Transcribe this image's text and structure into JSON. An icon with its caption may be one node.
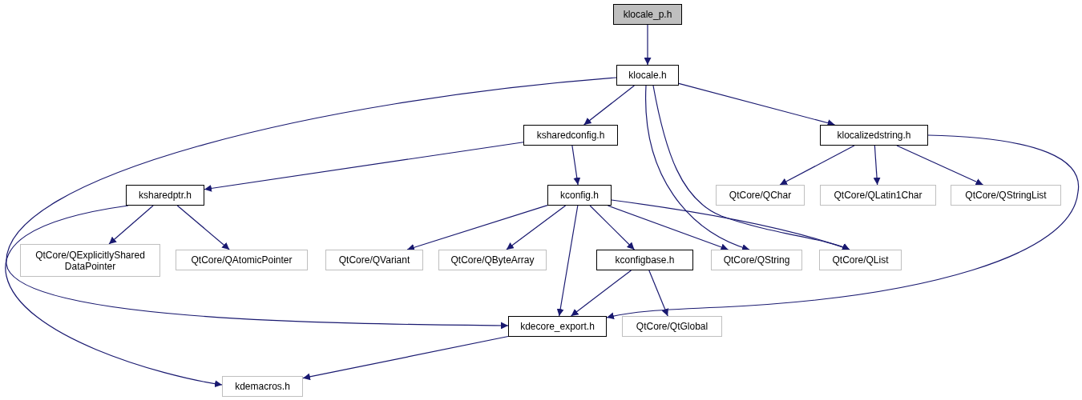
{
  "diagram": {
    "nodes": [
      {
        "text": [
          "klocale_p.h"
        ]
      },
      {
        "text": [
          "klocale.h"
        ]
      },
      {
        "text": [
          "ksharedconfig.h"
        ]
      },
      {
        "text": [
          "klocalizedstring.h"
        ]
      },
      {
        "text": [
          "ksharedptr.h"
        ]
      },
      {
        "text": [
          "kconfig.h"
        ]
      },
      {
        "text": [
          "QtCore/QChar"
        ]
      },
      {
        "text": [
          "QtCore/QLatin1Char"
        ]
      },
      {
        "text": [
          "QtCore/QStringList"
        ]
      },
      {
        "text": [
          "QtCore/QExplicitlyShared DataPointer"
        ]
      },
      {
        "text": [
          "QtCore/QAtomicPointer"
        ]
      },
      {
        "text": [
          "QtCore/QVariant"
        ]
      },
      {
        "text": [
          "QtCore/QByteArray"
        ]
      },
      {
        "text": [
          "kconfigbase.h"
        ]
      },
      {
        "text": [
          "QtCore/QString"
        ]
      },
      {
        "text": [
          "QtCore/QList"
        ]
      },
      {
        "text": [
          "kdecore_export.h"
        ]
      },
      {
        "text": [
          "QtCore/QtGlobal"
        ]
      },
      {
        "text": [
          "kdemacros.h"
        ]
      }
    ],
    "edges": [
      {
        "from": 0,
        "to": 1,
        "arrow": "to"
      },
      {
        "from": 1,
        "to": 16,
        "arrow": "to"
      },
      {
        "from": 1,
        "to": 2,
        "arrow": "to"
      },
      {
        "from": 1,
        "to": 14,
        "arrow": "to"
      },
      {
        "from": 1,
        "to": 15,
        "arrow": "to"
      },
      {
        "from": 1,
        "to": 3,
        "arrow": "to"
      },
      {
        "from": 2,
        "to": 4,
        "arrow": "to"
      },
      {
        "from": 2,
        "to": 5,
        "arrow": "to"
      },
      {
        "from": 3,
        "to": 6,
        "arrow": "to"
      },
      {
        "from": 3,
        "to": 7,
        "arrow": "to"
      },
      {
        "from": 3,
        "to": 8,
        "arrow": "to"
      },
      {
        "from": 3,
        "to": 16,
        "arrow": "to"
      },
      {
        "from": 4,
        "to": 9,
        "arrow": "to"
      },
      {
        "from": 4,
        "to": 10,
        "arrow": "to"
      },
      {
        "from": 4,
        "to": 18,
        "arrow": "to"
      },
      {
        "from": 5,
        "to": 11,
        "arrow": "to"
      },
      {
        "from": 5,
        "to": 12,
        "arrow": "to"
      },
      {
        "from": 5,
        "to": 16,
        "arrow": "to"
      },
      {
        "from": 5,
        "to": 13,
        "arrow": "to"
      },
      {
        "from": 5,
        "to": 14,
        "arrow": "to"
      },
      {
        "from": 5,
        "to": 15,
        "arrow": "to"
      },
      {
        "from": 13,
        "to": 16,
        "arrow": "to"
      },
      {
        "from": 13,
        "to": 17,
        "arrow": "to"
      },
      {
        "from": 16,
        "to": 18,
        "arrow": "to"
      }
    ]
  }
}
